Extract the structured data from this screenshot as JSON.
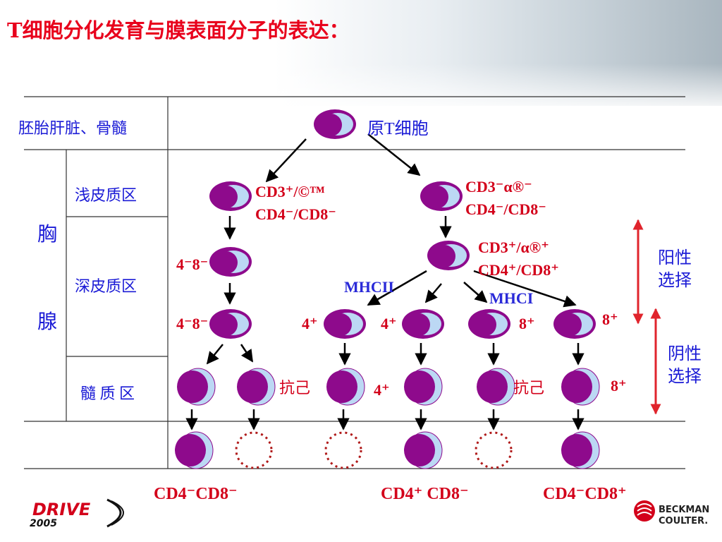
{
  "title": "T细胞分化发育与膜表面分子的表达：",
  "stages": {
    "fetal": "胚胎肝脏、骨髓",
    "thymus_1": "胸",
    "thymus_2": "腺",
    "outer_cortex": "浅皮质区",
    "deep_cortex": "深皮质区",
    "medulla": "髓 质 区"
  },
  "cells": {
    "pro_t": "原T细胞"
  },
  "markers": {
    "left_dn_line1": "CD3⁺/©™",
    "left_dn_line2": "CD4⁻/CD8⁻",
    "right_dn_line1": "CD3⁻α®⁻",
    "right_dn_line2": "CD4⁻/CD8⁻",
    "dp_line1": "CD3⁺/α®⁺",
    "dp_line2": "CD4⁺/CD8⁺",
    "left_deep_1": "4⁻8⁻",
    "left_deep_2": "4⁻8⁻",
    "sp_1": "4⁺",
    "sp_2": "4⁺",
    "sp_3": "8⁺",
    "sp_4": "8⁺",
    "med_4": "4⁺",
    "med_8": "8⁺",
    "self_1": "抗己",
    "self_2": "抗己"
  },
  "mhc": {
    "class2": "MHCII",
    "class1": "MHCI"
  },
  "selection": {
    "positive": "阳性选择",
    "negative": "阴性选择"
  },
  "outcomes": {
    "dn": "CD4⁻CD8⁻",
    "cd4": "CD4⁺ CD8⁻",
    "cd8": "CD4⁻CD8⁺"
  },
  "logos": {
    "drive": "DRIVE",
    "drive_year": "2005",
    "bc_1": "BECKMAN",
    "bc_2": "COULTER."
  },
  "colors": {
    "title": "#e8001c",
    "label_blue": "#1b1bd6",
    "marker_red": "#d3001a",
    "cell_purple": "#8e0a8c",
    "cell_light": "#bcd8f4",
    "arrow_red": "#e0242c"
  }
}
